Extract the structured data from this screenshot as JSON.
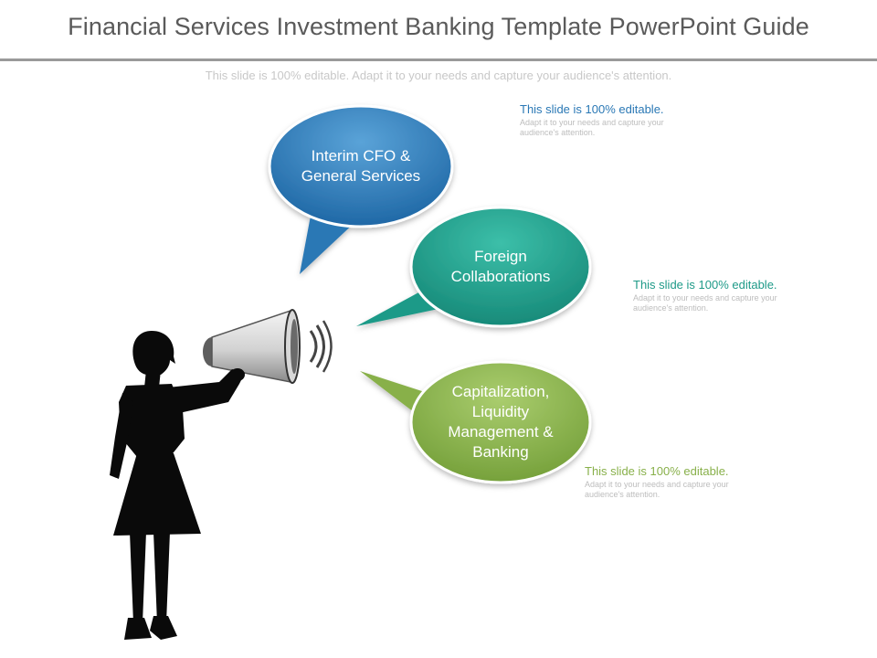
{
  "slide": {
    "title": "Financial Services Investment Banking Template PowerPoint Guide",
    "subtitle": "This slide is 100% editable. Adapt it to your needs and capture your audience's attention."
  },
  "bubbles": [
    {
      "label": "Interim CFO &\nGeneral Services",
      "color": "#2a78b5"
    },
    {
      "label": "Foreign\nCollaborations",
      "color": "#1e9a88"
    },
    {
      "label": "Capitalization,\nLiquidity\nManagement &\nBanking",
      "color": "#88b04a"
    }
  ],
  "notes": [
    {
      "heading": "This slide is 100% editable.",
      "body": "Adapt it to your needs and capture your audience's attention.",
      "color": "#2a78b5"
    },
    {
      "heading": "This slide is 100% editable.",
      "body": "Adapt it to your needs and capture your audience's attention.",
      "color": "#1e9a88"
    },
    {
      "heading": "This slide is 100% editable.",
      "body": "Adapt it to your needs and capture your audience's attention.",
      "color": "#88b04a"
    }
  ]
}
